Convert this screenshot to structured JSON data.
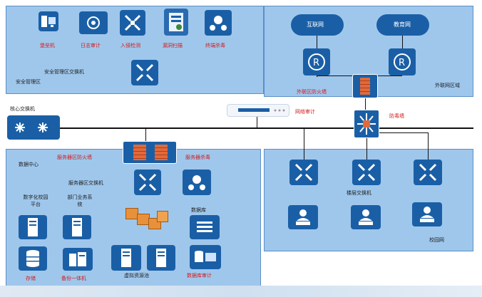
{
  "security_zone": {
    "title": "安全管理区",
    "switch_label": "安全管理区交换机",
    "devices": [
      "堡垒机",
      "日志审计",
      "入侵检测",
      "漏洞扫描",
      "终端杀毒"
    ]
  },
  "external_zone": {
    "title": "外联网区域",
    "internet": "互联网",
    "edu_net": "教育网",
    "firewall": "外联区防火墙"
  },
  "core": {
    "switch_label": "核心交换机",
    "net_audit": "网络审计",
    "antivirus_wall": "防毒墙"
  },
  "data_center": {
    "title": "数据中心",
    "firewall": "服务器区防火墙",
    "server_av": "服务器杀毒",
    "switch_label": "服务器区交换机",
    "digital_campus": "数字化校园平台",
    "dept_business": "部门业务系统",
    "database": "数据库",
    "storage": "存储",
    "backup": "备份一体机",
    "virtual_pool": "虚拟资源池",
    "db_audit": "数据库审计"
  },
  "campus": {
    "title": "校园网",
    "switch_label": "楼层交换机"
  },
  "colors": {
    "zone_fill": "#9fc7ec",
    "device_blue": "#1a5fa6",
    "label_red": "#d41a1a"
  }
}
